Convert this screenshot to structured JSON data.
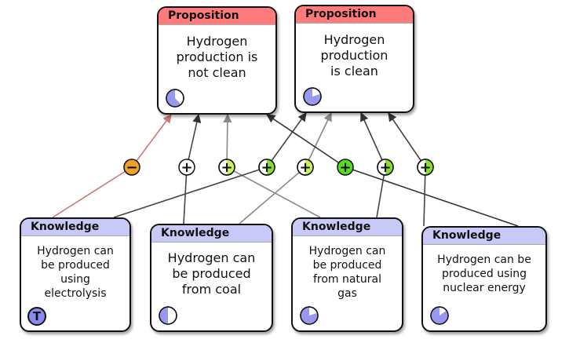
{
  "propositions": [
    {
      "header": "Proposition",
      "text": "Hydrogen\nproduction is\nnot clean",
      "pie_fraction": 0.62
    },
    {
      "header": "Proposition",
      "text": "Hydrogen\nproduction\nis clean",
      "pie_fraction": 0.8
    }
  ],
  "knowledge": [
    {
      "header": "Knowledge",
      "text": "Hydrogen can\nbe produced\nusing\nelectrolysis",
      "badge": "T"
    },
    {
      "header": "Knowledge",
      "text": "Hydrogen can\nbe produced\nfrom coal",
      "pie_fraction": 0.5
    },
    {
      "header": "Knowledge",
      "text": "Hydrogen can\nbe produced\nfrom natural\ngas",
      "pie_fraction": 0.8
    },
    {
      "header": "Knowledge",
      "text": "Hydrogen can be\nproduced using\nnuclear energy",
      "pie_fraction": 0.85
    }
  ],
  "links": [
    {
      "sign": "−",
      "color": "#f0a030",
      "from": 0,
      "to": 0,
      "line": "#c87878"
    },
    {
      "sign": "+",
      "color": "#ffffff",
      "from": 1,
      "to": 0,
      "line": "#444444"
    },
    {
      "sign": "+",
      "color": "#ffffff",
      "from": 2,
      "to": 0,
      "line": "#888888",
      "half": "#c8f060"
    },
    {
      "sign": "+",
      "color": "#ffffff",
      "from": 0,
      "to": 1,
      "line": "#444444",
      "half": "#88dd33"
    },
    {
      "sign": "+",
      "color": "#ffffff",
      "from": 1,
      "to": 1,
      "line": "#888888",
      "half": "#c8f060"
    },
    {
      "sign": "+",
      "color": "#55dd22",
      "from": 3,
      "to": 0,
      "line": "#333333"
    },
    {
      "sign": "+",
      "color": "#ffffff",
      "from": 2,
      "to": 1,
      "line": "#444444",
      "half": "#88dd33"
    },
    {
      "sign": "+",
      "color": "#ffffff",
      "from": 3,
      "to": 1,
      "line": "#444444",
      "half": "#88dd33"
    }
  ],
  "colors": {
    "proposition_header": "#ff7b7b",
    "knowledge_header": "#c9c9f7",
    "pie_fill": "#9898f0"
  }
}
